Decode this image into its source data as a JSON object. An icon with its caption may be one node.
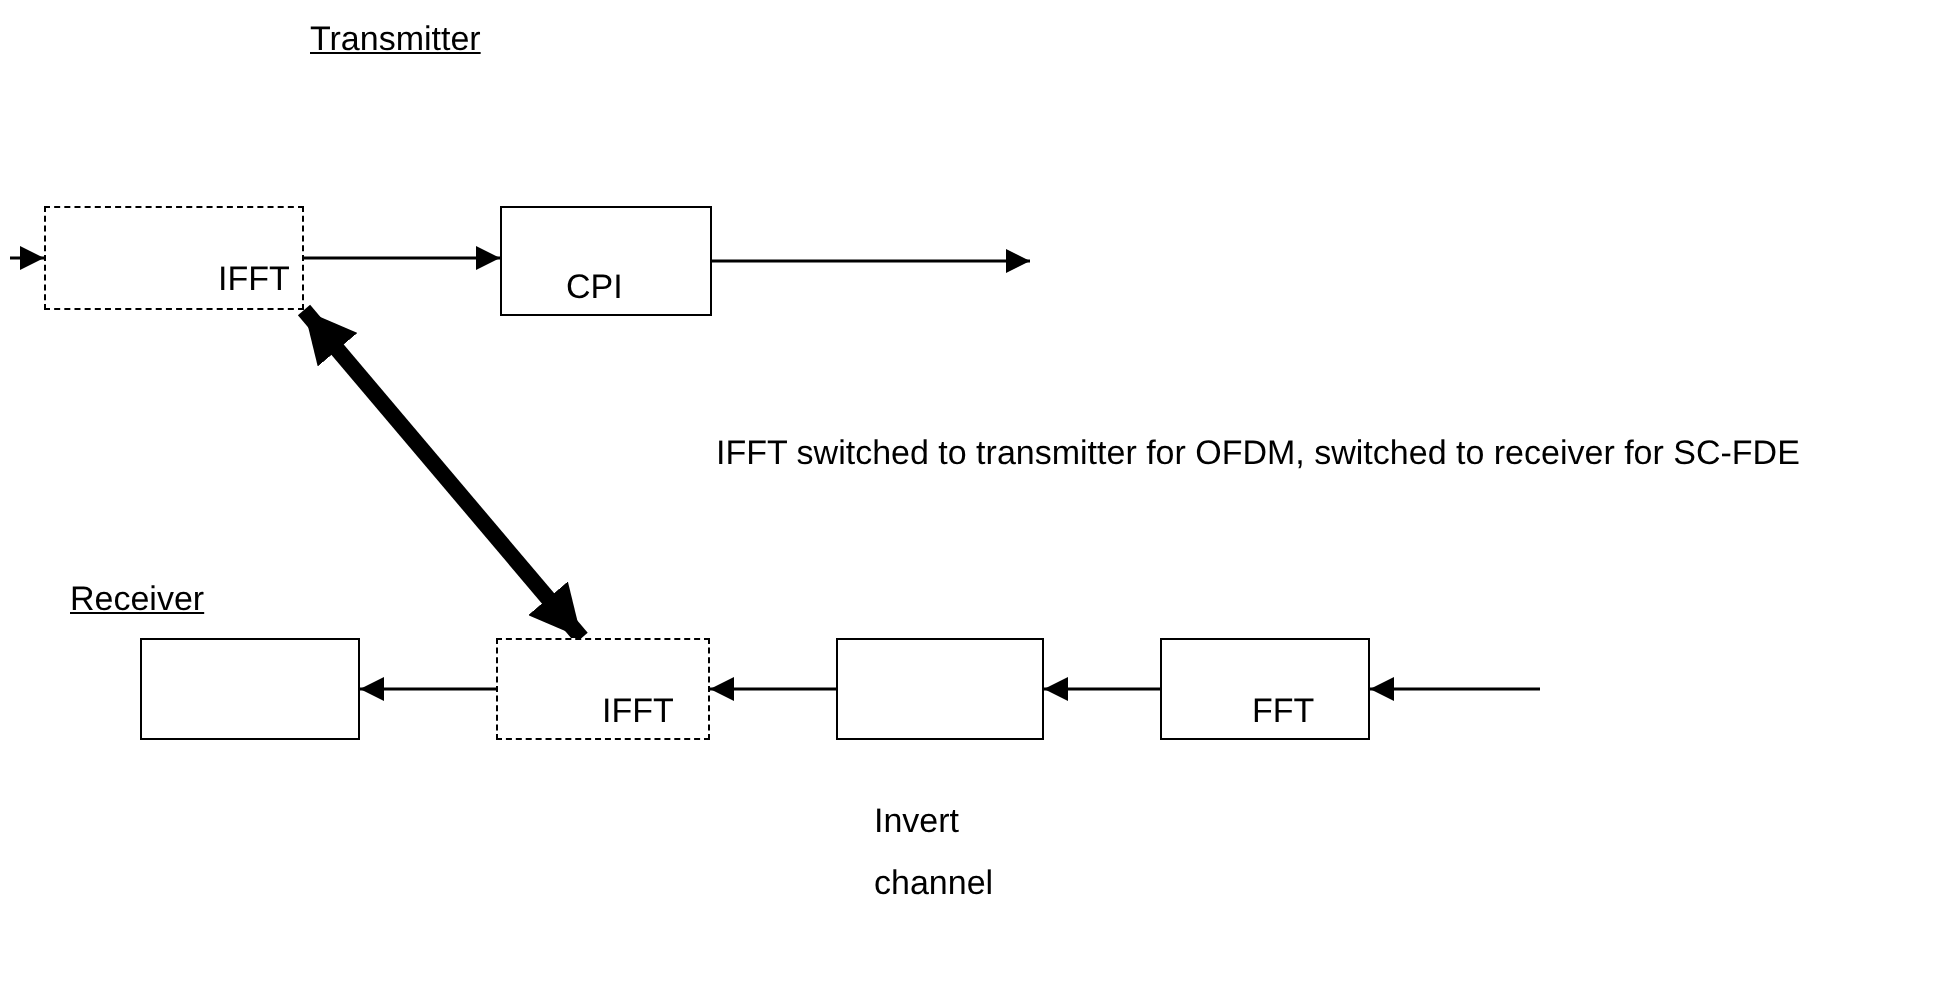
{
  "diagram": {
    "nodes": [
      {
        "text": [
          "IFFT"
        ]
      },
      {
        "text": [
          "CPI"
        ]
      },
      {
        "text": [],
        "shape": "box"
      },
      {
        "text": [
          "IFFT"
        ]
      },
      {
        "text": [],
        "shape": "box",
        "beside": [
          "Invert channel"
        ]
      },
      {
        "text": [
          "FFT"
        ]
      }
    ],
    "edges": [
      {
        "from": null,
        "to": 0,
        "arrow": "to"
      },
      {
        "from": 0,
        "to": 1,
        "arrow": "to"
      },
      {
        "from": 1,
        "to": null,
        "arrow": "to"
      },
      {
        "from": 0,
        "to": 3,
        "arrow": "both",
        "style": "thick"
      },
      {
        "from": null,
        "to": 5,
        "arrow": "to"
      },
      {
        "from": 5,
        "to": 4,
        "arrow": "to"
      },
      {
        "from": 4,
        "to": 3,
        "arrow": "to"
      },
      {
        "from": 3,
        "to": 2,
        "arrow": "to"
      }
    ],
    "labels": [
      "Transmitter",
      "IFFT switched to transmitter for OFDM, switched to receiver for SC-FDE",
      "Receiver"
    ]
  }
}
